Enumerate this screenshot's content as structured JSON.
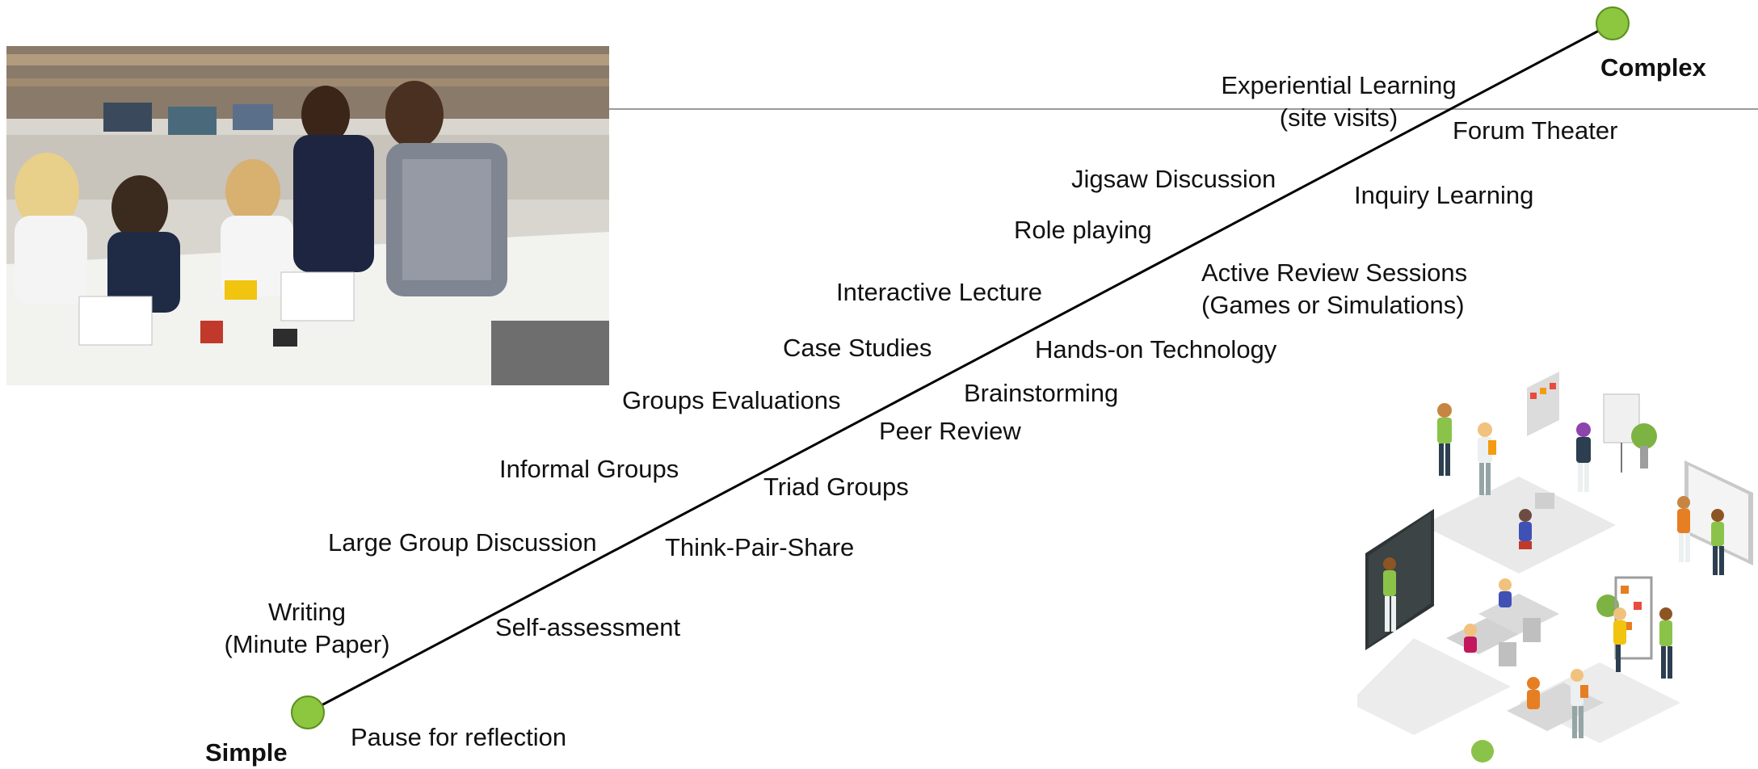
{
  "diagram": {
    "endpoints": {
      "simple": "Simple",
      "complex": "Complex"
    },
    "activities": {
      "pause": "Pause for reflection",
      "writing_1": "Writing",
      "writing_2": "(Minute Paper)",
      "self_assessment": "Self-assessment",
      "large_group": "Large Group Discussion",
      "think_pair_share": "Think-Pair-Share",
      "informal_groups": "Informal Groups",
      "triad_groups": "Triad Groups",
      "groups_evaluations": "Groups Evaluations",
      "peer_review": "Peer Review",
      "brainstorming": "Brainstorming",
      "case_studies": "Case Studies",
      "hands_on": "Hands-on Technology",
      "interactive_lecture": "Interactive Lecture",
      "active_review_1": "Active Review Sessions",
      "active_review_2": "(Games or Simulations)",
      "role_playing": "Role playing",
      "jigsaw": "Jigsaw Discussion",
      "inquiry": "Inquiry Learning",
      "forum_theater": "Forum Theater",
      "experiential_1": "Experiential Learning",
      "experiential_2": "(site visits)"
    },
    "colors": {
      "endpoint_fill": "#8dc63f",
      "endpoint_stroke": "#5a8f1e",
      "line": "#000000",
      "text": "#111111"
    },
    "images": {
      "classroom_photo": "photo of students doing electronics project with teacher",
      "learning_space": "isometric illustration of active learning classroom"
    }
  }
}
